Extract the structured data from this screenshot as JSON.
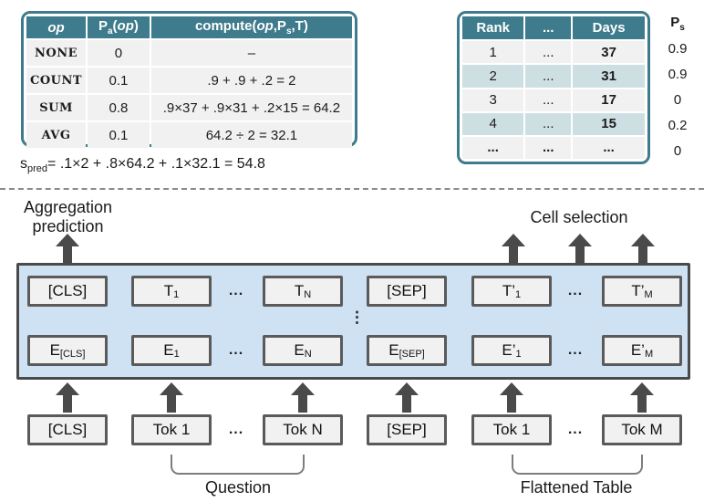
{
  "colors": {
    "teal_header": "#3E7B8C",
    "light_teal_row": "#CEDFE4",
    "light_gray_row": "#F1F1F1",
    "transformer_box_blue": "#CFE2F3",
    "arrow_gray": "#4A4A4A",
    "token_box_fill": "#F1F1F1"
  },
  "op_table": {
    "header": {
      "op": "op",
      "pa_base": "P",
      "pa_sub": "a",
      "pa_open": "(",
      "pa_op": "op",
      "pa_close": ")",
      "compute_pre": "compute(",
      "compute_op": "op",
      "compute_mid": ",P",
      "compute_sub": "s",
      "compute_post": ",T)"
    },
    "rows": [
      {
        "op": "NONE",
        "pa": "0",
        "compute": "–"
      },
      {
        "op": "COUNT",
        "pa": "0.1",
        "compute": ".9 + .9 + .2 = 2"
      },
      {
        "op": "SUM",
        "pa": "0.8",
        "compute": ".9×37 + .9×31 + .2×15 = 64.2"
      },
      {
        "op": "AVG",
        "pa": "0.1",
        "compute": "64.2 ÷ 2 = 32.1"
      }
    ]
  },
  "s_pred": {
    "base": "s",
    "sub": "pred",
    "formula": "= .1×2 + .8×64.2 + .1×32.1 = 54.8"
  },
  "rank_table": {
    "headers": {
      "rank": "Rank",
      "mid": "...",
      "days": "Days"
    },
    "rows": [
      {
        "rank": "1",
        "mid": "...",
        "days": "37"
      },
      {
        "rank": "2",
        "mid": "...",
        "days": "31"
      },
      {
        "rank": "3",
        "mid": "...",
        "days": "17"
      },
      {
        "rank": "4",
        "mid": "...",
        "days": "15"
      },
      {
        "rank": "...",
        "mid": "...",
        "days": "..."
      }
    ]
  },
  "ps_column": {
    "header_base": "P",
    "header_sub": "s",
    "values": [
      "0.9",
      "0.9",
      "0",
      "0.2",
      "0"
    ]
  },
  "labels": {
    "aggregation_line1": "Aggregation",
    "aggregation_line2": "prediction",
    "cell_selection": "Cell selection",
    "question": "Question",
    "flattened_table": "Flattened Table"
  },
  "diagram": {
    "dots": "...",
    "vertical_dots": "⋮",
    "top_row": [
      {
        "t": "[CLS]"
      },
      {
        "t": "T",
        "s": "1"
      },
      {
        "t": "T",
        "s": "N"
      },
      {
        "t": "[SEP]"
      },
      {
        "t": "T’",
        "s": "1"
      },
      {
        "t": "T’",
        "s": "M"
      }
    ],
    "emb_row": [
      {
        "t": "E",
        "s": "[CLS]"
      },
      {
        "t": "E",
        "s": "1"
      },
      {
        "t": "E",
        "s": "N"
      },
      {
        "t": "E",
        "s": "[SEP]"
      },
      {
        "t": "E’",
        "s": "1"
      },
      {
        "t": "E’",
        "s": "M"
      }
    ],
    "input_row": [
      {
        "t": "[CLS]"
      },
      {
        "t": "Tok 1"
      },
      {
        "t": "Tok N"
      },
      {
        "t": "[SEP]"
      },
      {
        "t": "Tok 1"
      },
      {
        "t": "Tok M"
      }
    ]
  }
}
